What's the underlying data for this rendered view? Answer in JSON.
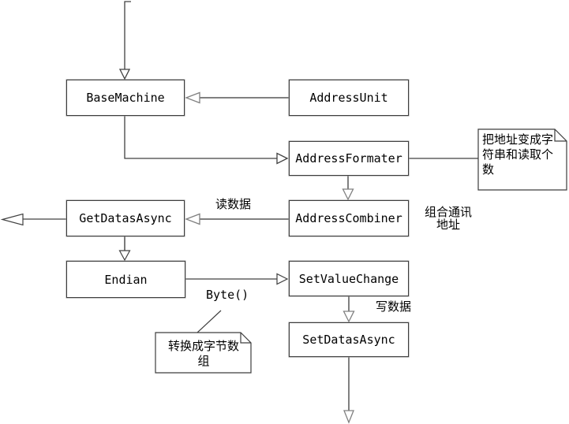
{
  "diagram": {
    "background": "#ffffff",
    "colors": {
      "box_fill": "#ffffff",
      "box_border": "#3d3d3d",
      "line_dark": "#404040",
      "line_gray": "#808080"
    },
    "boxes": [
      {
        "id": "basemachine",
        "label": "BaseMachine"
      },
      {
        "id": "addressunit",
        "label": "AddressUnit"
      },
      {
        "id": "addressformater",
        "label": "AddressFormater"
      },
      {
        "id": "getdatasasync",
        "label": "GetDatasAsync"
      },
      {
        "id": "addresscombiner",
        "label": "AddressCombiner"
      },
      {
        "id": "endian",
        "label": "Endian"
      },
      {
        "id": "setvaluechange",
        "label": "SetValueChange"
      },
      {
        "id": "setdatasasync",
        "label": "SetDatasAsync"
      }
    ],
    "notes": [
      {
        "id": "note-address-format",
        "text": "把地址变成字符串和读取个数"
      },
      {
        "id": "note-byte-array",
        "text": "转换成字节数组"
      }
    ],
    "edge_labels": [
      {
        "id": "read-data",
        "text": "读数据"
      },
      {
        "id": "combine-address",
        "text": "组合通讯地址"
      },
      {
        "id": "byte-call",
        "text": "Byte()"
      },
      {
        "id": "write-data",
        "text": "写数据"
      }
    ]
  }
}
